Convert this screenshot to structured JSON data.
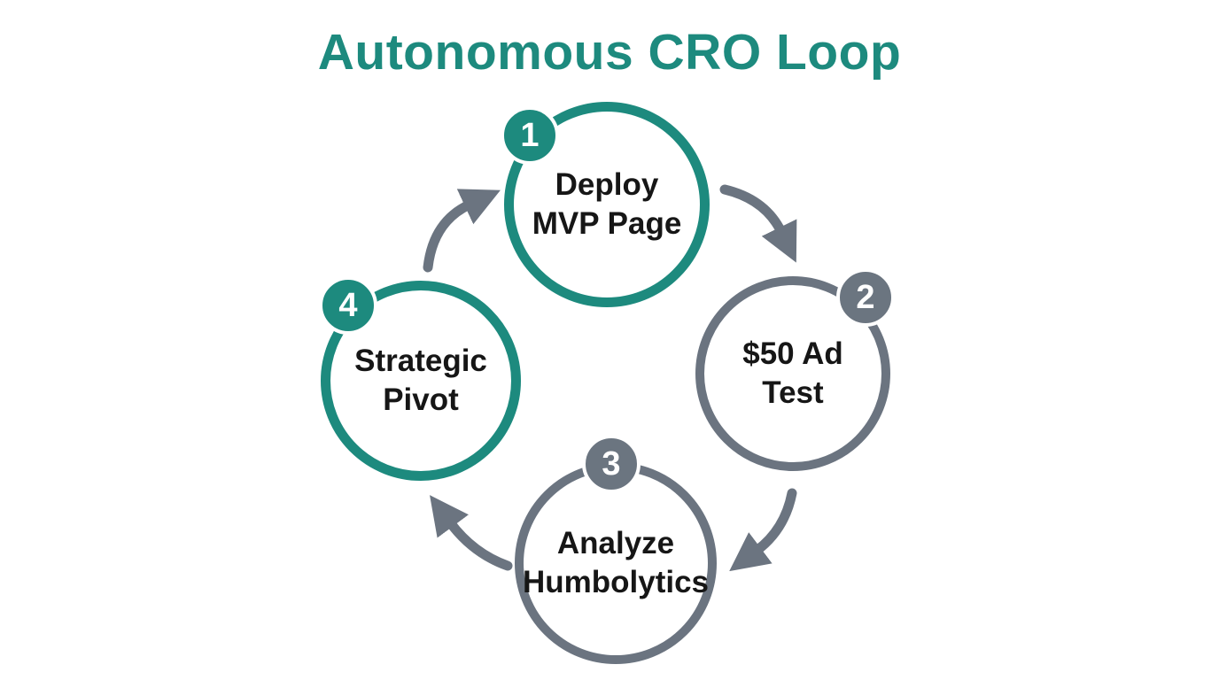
{
  "title": "Autonomous CRO Loop",
  "colors": {
    "teal_accent": "#1d8a7e",
    "gray_accent": "#6b7480",
    "label_text": "#161616",
    "background": "#ffffff"
  },
  "steps": [
    {
      "number": "1",
      "label": "Deploy\nMVP Page",
      "accent": "teal",
      "badge_position": "top-left"
    },
    {
      "number": "2",
      "label": "$50 Ad\nTest",
      "accent": "gray",
      "badge_position": "top-right"
    },
    {
      "number": "3",
      "label": "Analyze\nHumbolytics",
      "accent": "gray",
      "badge_position": "top-center"
    },
    {
      "number": "4",
      "label": "Strategic\nPivot",
      "accent": "teal",
      "badge_position": "top-left"
    }
  ],
  "arrows": [
    {
      "from": "1",
      "to": "2"
    },
    {
      "from": "2",
      "to": "3"
    },
    {
      "from": "3",
      "to": "4"
    },
    {
      "from": "4",
      "to": "1"
    }
  ]
}
